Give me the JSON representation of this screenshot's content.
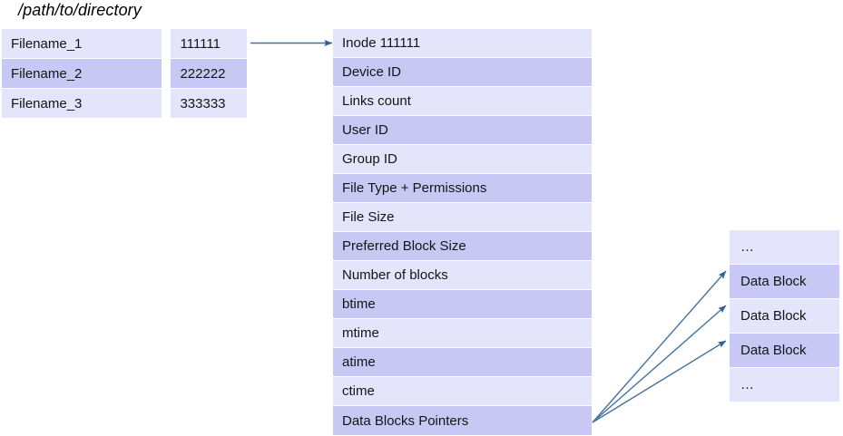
{
  "diagram": {
    "title": "/path/to/directory",
    "colors": {
      "row_light": "#e4e4fa",
      "row_dark": "#c8c8f5",
      "arrow": "#3a6ea5",
      "text": "#151515",
      "background": "#ffffff"
    }
  },
  "directory_table": {
    "name": "directory-entries",
    "rows": [
      {
        "filename": "Filename_1",
        "inode": "111111",
        "shade": "light"
      },
      {
        "filename": "Filename_2",
        "inode": "222222",
        "shade": "dark"
      },
      {
        "filename": "Filename_3",
        "inode": "333333",
        "shade": "light"
      }
    ]
  },
  "inode_table": {
    "name": "inode-structure",
    "rows": [
      {
        "label": "Inode 111111",
        "shade": "light"
      },
      {
        "label": "Device ID",
        "shade": "dark"
      },
      {
        "label": "Links count",
        "shade": "light"
      },
      {
        "label": "User ID",
        "shade": "dark"
      },
      {
        "label": "Group ID",
        "shade": "light"
      },
      {
        "label": "File Type + Permissions",
        "shade": "dark"
      },
      {
        "label": "File Size",
        "shade": "light"
      },
      {
        "label": "Preferred Block Size",
        "shade": "dark"
      },
      {
        "label": "Number of blocks",
        "shade": "light"
      },
      {
        "label": "btime",
        "shade": "dark"
      },
      {
        "label": "mtime",
        "shade": "light"
      },
      {
        "label": "atime",
        "shade": "dark"
      },
      {
        "label": "ctime",
        "shade": "light"
      },
      {
        "label": "Data Blocks Pointers",
        "shade": "dark"
      }
    ]
  },
  "block_table": {
    "name": "data-blocks",
    "rows": [
      {
        "label": "…",
        "shade": "light"
      },
      {
        "label": "Data Block",
        "shade": "dark"
      },
      {
        "label": "Data Block",
        "shade": "light"
      },
      {
        "label": "Data Block",
        "shade": "dark"
      },
      {
        "label": "…",
        "shade": "light"
      }
    ]
  },
  "arrows": [
    {
      "name": "dirent-to-inode-arrow",
      "from": "Filename_1 inode 111111",
      "to": "Inode 111111"
    },
    {
      "name": "pointer-to-datablock-arrow-1",
      "from": "Data Blocks Pointers",
      "to": "Data Block 1"
    },
    {
      "name": "pointer-to-datablock-arrow-2",
      "from": "Data Blocks Pointers",
      "to": "Data Block 2"
    },
    {
      "name": "pointer-to-datablock-arrow-3",
      "from": "Data Blocks Pointers",
      "to": "Data Block 3"
    }
  ]
}
